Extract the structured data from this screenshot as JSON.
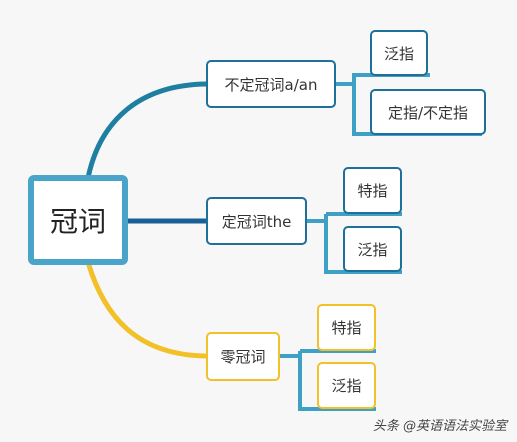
{
  "root": {
    "label": "冠词"
  },
  "branches": [
    {
      "label": "不定冠词a/an",
      "children": [
        "泛指",
        "定指/不定指"
      ]
    },
    {
      "label": "定冠词the",
      "children": [
        "特指",
        "泛指"
      ]
    },
    {
      "label": "零冠词",
      "children": [
        "特指",
        "泛指"
      ]
    }
  ],
  "watermark": "头条 @英语语法实验室",
  "colors": {
    "teal": "#1e7fa0",
    "navy": "#1a5f96",
    "yellow": "#f2c029",
    "bracket": "#3ea0c4",
    "root_border": "#4aa3c8"
  }
}
